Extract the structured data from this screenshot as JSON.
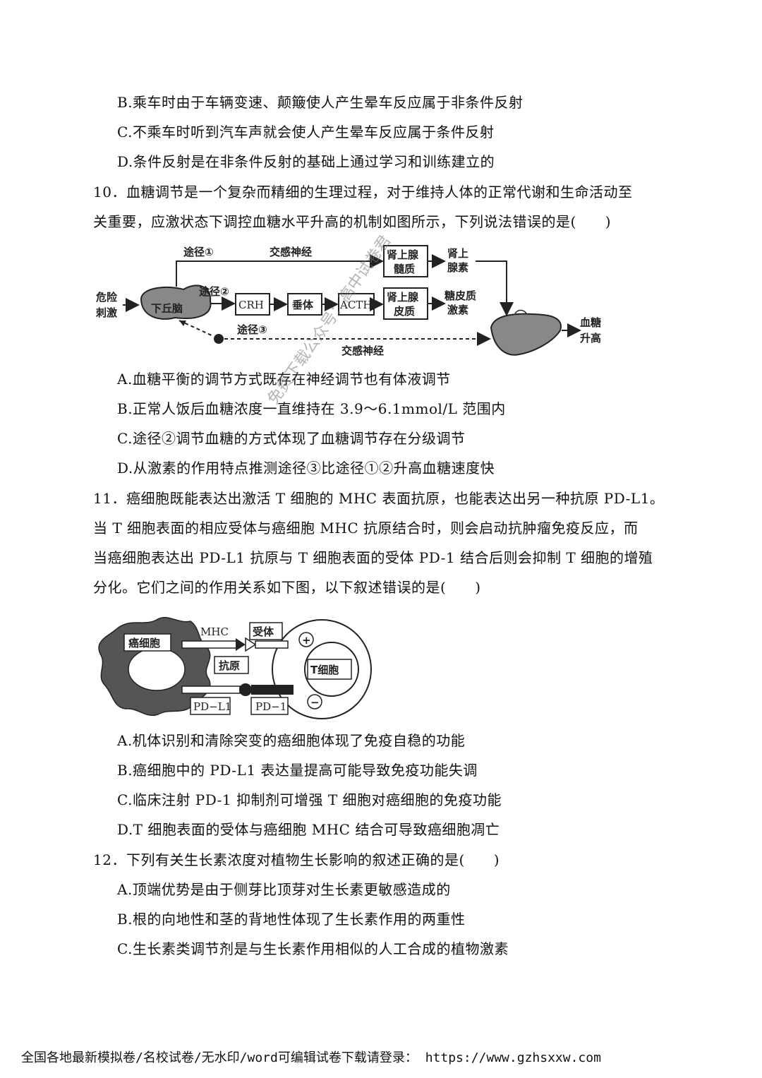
{
  "q9_options": {
    "B": "B.乘车时由于车辆变速、颠簸使人产生晕车反应属于非条件反射",
    "C": "C.不乘车时听到汽车声就会使人产生晕车反应属于条件反射",
    "D": "D.条件反射是在非条件反射的基础上通过学习和训练建立的"
  },
  "q10": {
    "stem_line1": "10．血糖调节是一个复杂而精细的生理过程，对于维持人体的正常代谢和生命活动至",
    "stem_line2": "关重要，应激状态下调控血糖水平升高的机制如图所示，下列说法错误的是(　　)",
    "diagram": {
      "stimulus_line1": "危险",
      "stimulus_line2": "刺激",
      "hypothalamus": "下丘脑",
      "path1": "途径①",
      "path2": "途径②",
      "path3": "途径③",
      "sympathetic_top": "交感神经",
      "sympathetic_bottom": "交感神经",
      "adrenal_medulla_line1": "肾上腺",
      "adrenal_medulla_line2": "髓质",
      "adrenaline_line1": "肾上",
      "adrenaline_line2": "腺素",
      "crh": "CRH",
      "pituitary": "垂体",
      "acth": "ACTH",
      "adrenal_cortex_line1": "肾上腺",
      "adrenal_cortex_line2": "皮质",
      "glucocorticoid_line1": "糖皮质",
      "glucocorticoid_line2": "激素",
      "result_line1": "血糖",
      "result_line2": "升高"
    },
    "options": {
      "A": "A.血糖平衡的调节方式既存在神经调节也有体液调节",
      "B": "B.正常人饭后血糖浓度一直维持在 3.9～6.1mmol/L 范围内",
      "C": "C.途径②调节血糖的方式体现了血糖调节存在分级调节",
      "D": "D.从激素的作用特点推测途径③比途径①②升高血糖速度快"
    }
  },
  "q11": {
    "stem_line1": "11．癌细胞既能表达出激活 T 细胞的 MHC 表面抗原，也能表达出另一种抗原 PD-L1。",
    "stem_line2": "当 T 细胞表面的相应受体与癌细胞 MHC 抗原结合时，则会启动抗肿瘤免疫反应，而",
    "stem_line3": "当癌细胞表达出 PD-L1 抗原与 T 细胞表面的受体 PD-1 结合后则会抑制 T 细胞的增殖",
    "stem_line4": "分化。它们之间的作用关系如下图，以下叙述错误的是(　　)",
    "diagram": {
      "cancer_cell": "癌细胞",
      "mhc": "MHC",
      "receptor": "受体",
      "antigen": "抗原",
      "t_cell": "T细胞",
      "pd_l1": "PD−L1",
      "pd_1": "PD−1",
      "plus": "+",
      "minus": "−"
    },
    "options": {
      "A": "A.机体识别和清除突变的癌细胞体现了免疫自稳的功能",
      "B": "B.癌细胞中的 PD-L1 表达量提高可能导致免疫功能失调",
      "C": "C.临床注射 PD-1 抑制剂可增强 T 细胞对癌细胞的免疫功能",
      "D": "D.T 细胞表面的受体与癌细胞 MHC 结合可导致癌细胞凋亡"
    }
  },
  "q12": {
    "stem": "12．下列有关生长素浓度对植物生长影响的叙述正确的是(　　)",
    "options": {
      "A": "A.顶端优势是由于侧芽比顶芽对生长素更敏感造成的",
      "B": "B.根的向地性和茎的背地性体现了生长素作用的两重性",
      "C": "C.生长素类调节剂是与生长素作用相似的人工合成的植物激素"
    }
  },
  "watermark": "免费下载公众号：高中试卷君",
  "footer": "全国各地最新模拟卷/名校试卷/无水印/word可编辑试卷下载请登录： https://www.gzhsxxw.com"
}
